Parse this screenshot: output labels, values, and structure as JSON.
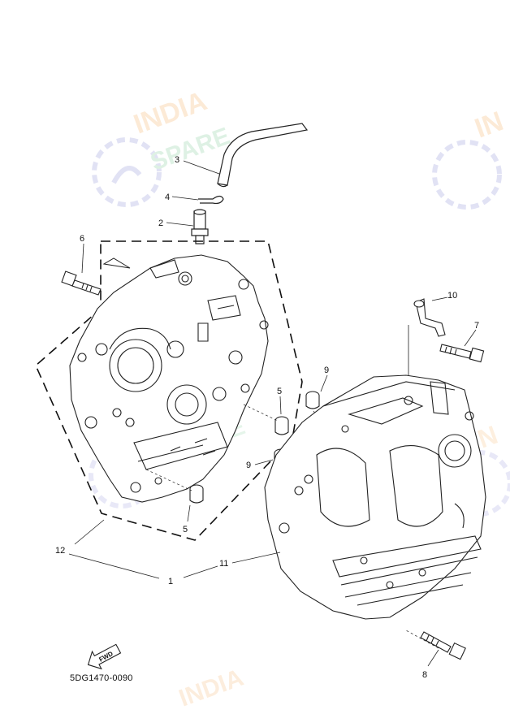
{
  "watermark": {
    "line1": "INDIA",
    "line2": "SPARE",
    "color": "#f3a24a",
    "icon": "wrench-gear-icon"
  },
  "fwd_label": "FWD",
  "part_code": "5DG1470-0090",
  "callouts": {
    "c1": "1",
    "c2": "2",
    "c3": "3",
    "c4": "4",
    "c5a": "5",
    "c5b": "5",
    "c6": "6",
    "c7": "7",
    "c8": "8",
    "c9a": "9",
    "c9b": "9",
    "c10": "10",
    "c11": "11",
    "c12": "12"
  }
}
